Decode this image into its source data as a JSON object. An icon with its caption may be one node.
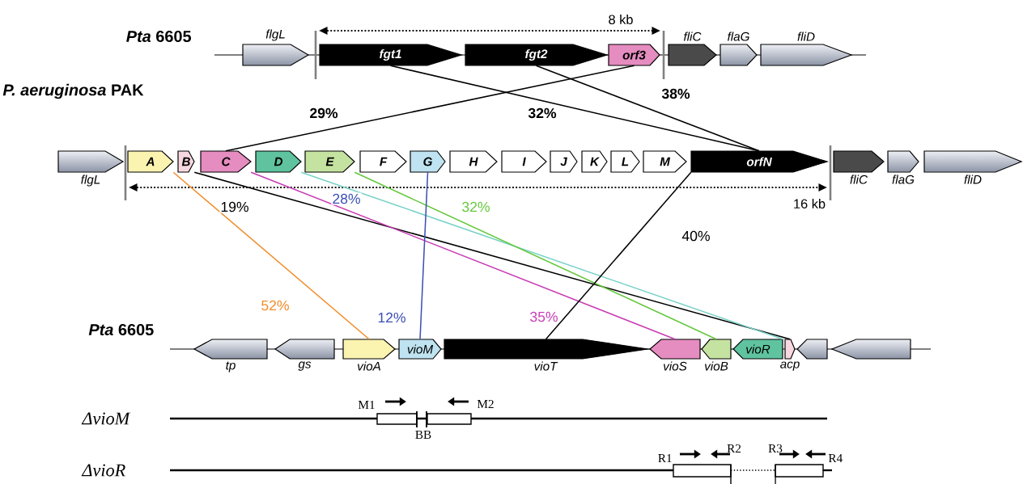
{
  "diagram": {
    "nodes": [
      {
        "text": [],
        "shape": "pentagon",
        "beside": [
          "*flgL*"
        ]
      },
      {
        "text": [
          "fgt1"
        ]
      },
      {
        "text": [
          "fgt2"
        ]
      },
      {
        "text": [
          "orf3"
        ]
      },
      {
        "text": [],
        "shape": "pentagon",
        "beside": [
          "*fliC*"
        ]
      },
      {
        "text": [],
        "shape": "pentagon",
        "beside": [
          "*flaG*"
        ]
      },
      {
        "text": [],
        "shape": "pentagon",
        "beside": [
          "*fliD*"
        ]
      },
      {
        "text": [],
        "shape": "pentagon",
        "beside": [
          "*flgL*"
        ]
      },
      {
        "text": [
          "A"
        ]
      },
      {
        "text": [
          "B"
        ]
      },
      {
        "text": [
          "C"
        ]
      },
      {
        "text": [
          "D"
        ]
      },
      {
        "text": [
          "E"
        ]
      },
      {
        "text": [
          "F"
        ]
      },
      {
        "text": [
          "G"
        ]
      },
      {
        "text": [
          "H"
        ]
      },
      {
        "text": [
          "I"
        ]
      },
      {
        "text": [
          "J"
        ]
      },
      {
        "text": [
          "K"
        ]
      },
      {
        "text": [
          "L"
        ]
      },
      {
        "text": [
          "M"
        ]
      },
      {
        "text": [
          "orfN"
        ]
      },
      {
        "text": [],
        "shape": "pentagon",
        "beside": [
          "*fliC*"
        ]
      },
      {
        "text": [],
        "shape": "pentagon",
        "beside": [
          "*flaG*"
        ]
      },
      {
        "text": [],
        "shape": "pentagon",
        "beside": [
          "*fliD*"
        ]
      },
      {
        "text": [],
        "shape": "pentagon",
        "beside": [
          "*tp*"
        ]
      },
      {
        "text": [],
        "shape": "pentagon",
        "beside": [
          "*gs*"
        ]
      },
      {
        "text": [],
        "shape": "pentagon",
        "beside": [
          "*vioA*"
        ]
      },
      {
        "text": [
          "vioM"
        ]
      },
      {
        "text": [],
        "shape": "pentagon",
        "beside": [
          "*vioT*"
        ]
      },
      {
        "text": [],
        "shape": "pentagon",
        "beside": [
          "*vioS*"
        ]
      },
      {
        "text": [],
        "shape": "pentagon",
        "beside": [
          "*vioB*"
        ]
      },
      {
        "text": [
          "vioR"
        ]
      },
      {
        "text": [],
        "shape": "pentagon",
        "beside": [
          "*acp*"
        ]
      },
      {
        "text": [],
        "shape": "pentagon"
      },
      {
        "text": [],
        "shape": "pentagon"
      }
    ],
    "edges": [
      {
        "from": 1,
        "to": 21,
        "arrow": "none",
        "label": "32%"
      },
      {
        "from": 2,
        "to": 21,
        "arrow": "none",
        "label": "38%"
      },
      {
        "from": 3,
        "to": 10,
        "arrow": "none",
        "label": "29%"
      },
      {
        "from": 8,
        "to": 27,
        "arrow": "none",
        "label": "52%",
        "color": "#f08c28"
      },
      {
        "from": 9,
        "to": 33,
        "arrow": "none",
        "label": "19%"
      },
      {
        "from": 10,
        "to": 30,
        "arrow": "none",
        "label": "35%",
        "color": "#c83cb4"
      },
      {
        "from": 11,
        "to": 32,
        "arrow": "none",
        "label": "28%",
        "color": "#78d2c8"
      },
      {
        "from": 12,
        "to": 31,
        "arrow": "none",
        "label": "32%",
        "color": "#64c83c"
      },
      {
        "from": 14,
        "to": 28,
        "arrow": "none",
        "label": "12%",
        "color": "#3c50b4"
      },
      {
        "from": 21,
        "to": 29,
        "arrow": "none",
        "label": "40%"
      }
    ],
    "labels": [
      "*Pta* 6605",
      "8 kb",
      "*P. aeruginosa* PAK",
      "16 kb",
      "*Pta* 6605",
      "M1",
      "M2",
      "ΔvioM",
      "BB",
      "R2",
      "R3",
      "R1",
      "R4",
      "ΔvioR"
    ]
  }
}
